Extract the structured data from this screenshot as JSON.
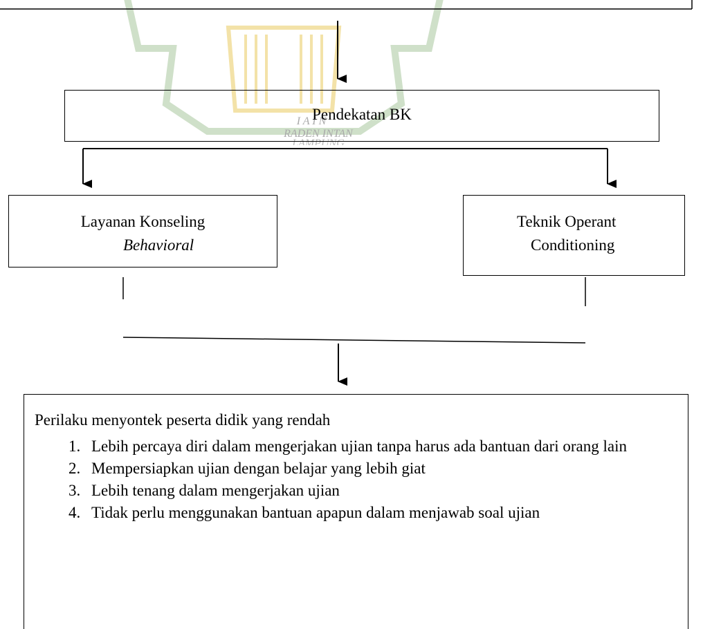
{
  "watermark": {
    "line1": "I A I N",
    "line2": "RADEN INTAN",
    "line3": "LAMPUNG",
    "colors": {
      "green": "#c9dcc3",
      "gold": "#f1dc9a"
    }
  },
  "boxes": {
    "pendekatan": "Pendekatan BK",
    "layanan_line1": "Layanan Konseling",
    "layanan_line2": "Behavioral",
    "teknik_line1": "Teknik Operant",
    "teknik_line2": "Conditioning"
  },
  "outcome": {
    "title": "Perilaku menyontek peserta didik yang rendah",
    "items": [
      {
        "num": "1.",
        "text": "Lebih percaya diri dalam mengerjakan ujian tanpa harus ada bantuan dari orang lain"
      },
      {
        "num": "2.",
        "text": "Mempersiapkan ujian dengan belajar yang lebih giat"
      },
      {
        "num": "3.",
        "text": "Lebih tenang dalam mengerjakan ujian"
      },
      {
        "num": "4.",
        "text": "Tidak perlu menggunakan bantuan apapun dalam menjawab soal ujian"
      }
    ]
  }
}
